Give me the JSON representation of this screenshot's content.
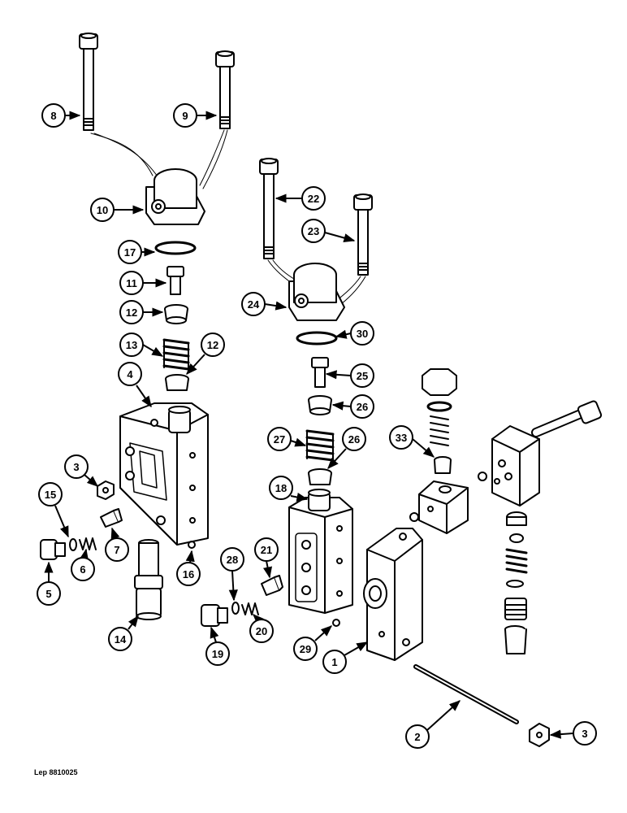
{
  "drawing_ref": "Lep 8810025",
  "callouts": [
    {
      "id": "c8",
      "label": "8"
    },
    {
      "id": "c9",
      "label": "9"
    },
    {
      "id": "c10",
      "label": "10"
    },
    {
      "id": "c17",
      "label": "17"
    },
    {
      "id": "c11",
      "label": "11"
    },
    {
      "id": "c12a",
      "label": "12"
    },
    {
      "id": "c13",
      "label": "13"
    },
    {
      "id": "c12b",
      "label": "12"
    },
    {
      "id": "c4",
      "label": "4"
    },
    {
      "id": "c3a",
      "label": "3"
    },
    {
      "id": "c15",
      "label": "15"
    },
    {
      "id": "c6",
      "label": "6"
    },
    {
      "id": "c7",
      "label": "7"
    },
    {
      "id": "c5",
      "label": "5"
    },
    {
      "id": "c16",
      "label": "16"
    },
    {
      "id": "c14",
      "label": "14"
    },
    {
      "id": "c22",
      "label": "22"
    },
    {
      "id": "c23",
      "label": "23"
    },
    {
      "id": "c24",
      "label": "24"
    },
    {
      "id": "c30",
      "label": "30"
    },
    {
      "id": "c25",
      "label": "25"
    },
    {
      "id": "c26a",
      "label": "26"
    },
    {
      "id": "c27",
      "label": "27"
    },
    {
      "id": "c26b",
      "label": "26"
    },
    {
      "id": "c18",
      "label": "18"
    },
    {
      "id": "c33",
      "label": "33"
    },
    {
      "id": "c28",
      "label": "28"
    },
    {
      "id": "c21",
      "label": "21"
    },
    {
      "id": "c20",
      "label": "20"
    },
    {
      "id": "c19",
      "label": "19"
    },
    {
      "id": "c29",
      "label": "29"
    },
    {
      "id": "c1",
      "label": "1"
    },
    {
      "id": "c2",
      "label": "2"
    },
    {
      "id": "c3b",
      "label": "3"
    }
  ]
}
